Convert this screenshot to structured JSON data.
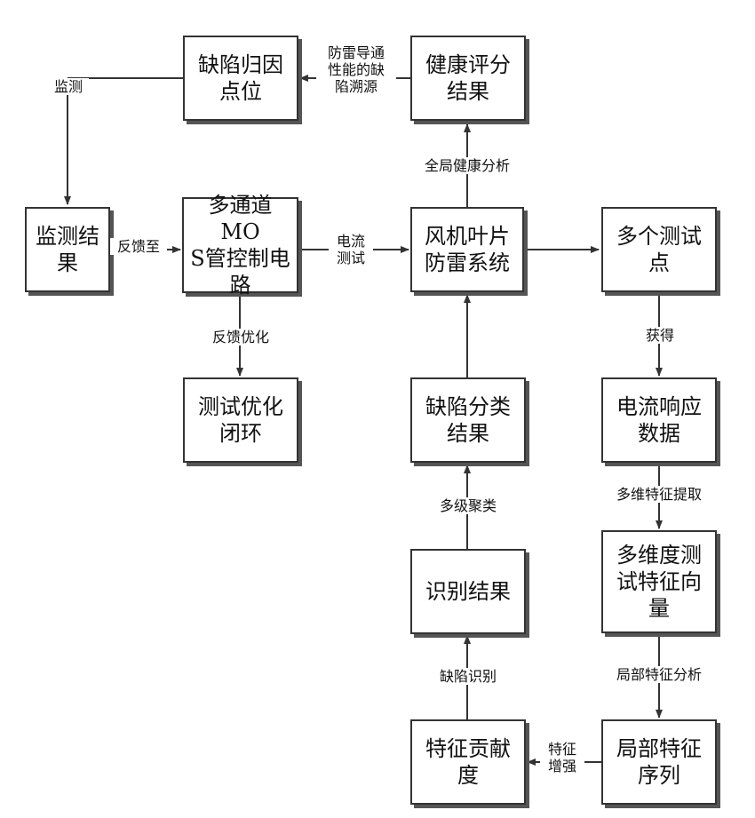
{
  "nodes": {
    "defect_point": "缺陷归因\n点位",
    "health_result": "健康评分\n结果",
    "monitor_result": "监测结\n果",
    "mos_circuit": "多通道MO\nS管控制电\n路",
    "fan_system": "风机叶片\n防雷系统",
    "test_points": "多个测试\n点",
    "test_loop": "测试优化\n闭环",
    "defect_class": "缺陷分类\n结果",
    "current_data": "电流响应\n数据",
    "feature_vector": "多维度测\n试特征向\n量",
    "recognition": "识别结果",
    "feature_contrib": "特征贡献\n度",
    "local_seq": "局部特征\n序列"
  },
  "edges": {
    "traceability": "防雷导通\n性能的缺\n陷溯源",
    "monitor": "监测",
    "global_health": "全局健康分析",
    "feedback_to": "反馈至",
    "current_test": "电流\n测试",
    "feedback_opt": "反馈优化",
    "obtain": "获得",
    "multi_cluster": "多级聚类",
    "multi_feature": "多维特征提取",
    "defect_recog": "缺陷识别",
    "local_analysis": "局部特征分析",
    "feature_enhance": "特征\n增强"
  }
}
